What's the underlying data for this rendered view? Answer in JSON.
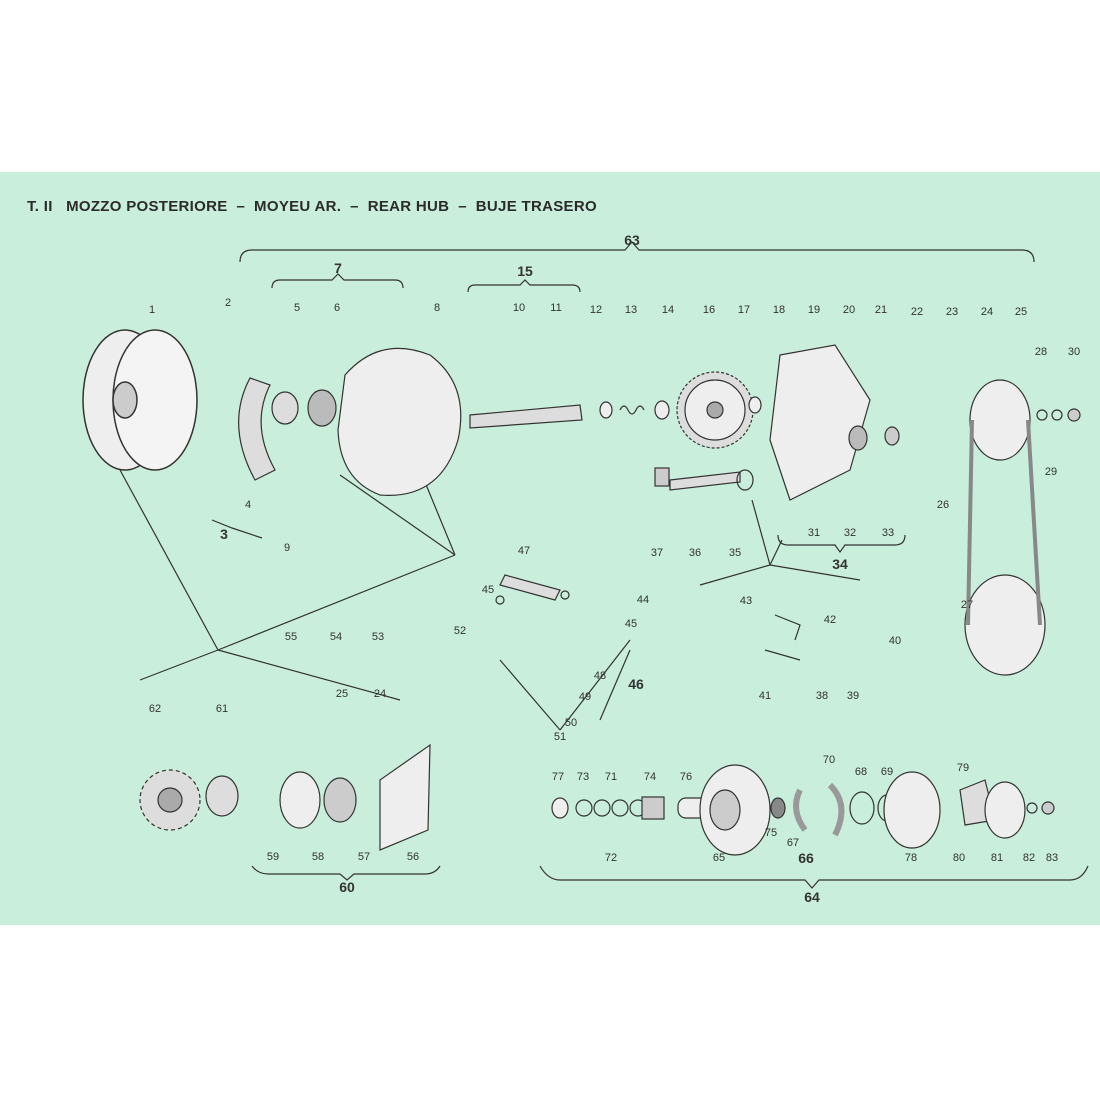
{
  "title": "T. II   MOZZO POSTERIORE  –  MOYEU AR.  –  REAR HUB  –  BUJE TRASERO",
  "part_labels": [
    "1",
    "2",
    "5",
    "6",
    "8",
    "10",
    "11",
    "12",
    "13",
    "14",
    "16",
    "17",
    "18",
    "19",
    "20",
    "21",
    "22",
    "23",
    "24",
    "25",
    "28",
    "30",
    "29",
    "26",
    "27",
    "4",
    "9",
    "37",
    "36",
    "35",
    "31",
    "32",
    "33",
    "47",
    "45",
    "44",
    "45",
    "52",
    "48",
    "49",
    "50",
    "51",
    "55",
    "54",
    "53",
    "43",
    "42",
    "40",
    "41",
    "38",
    "39",
    "25",
    "24",
    "62",
    "61",
    "59",
    "58",
    "57",
    "56",
    "77",
    "73",
    "71",
    "74",
    "76",
    "72",
    "65",
    "75",
    "70",
    "67",
    "68",
    "69",
    "78",
    "79",
    "80",
    "81",
    "82",
    "83"
  ],
  "group_labels": [
    "63",
    "7",
    "15",
    "3",
    "34",
    "46",
    "60",
    "64",
    "66"
  ]
}
